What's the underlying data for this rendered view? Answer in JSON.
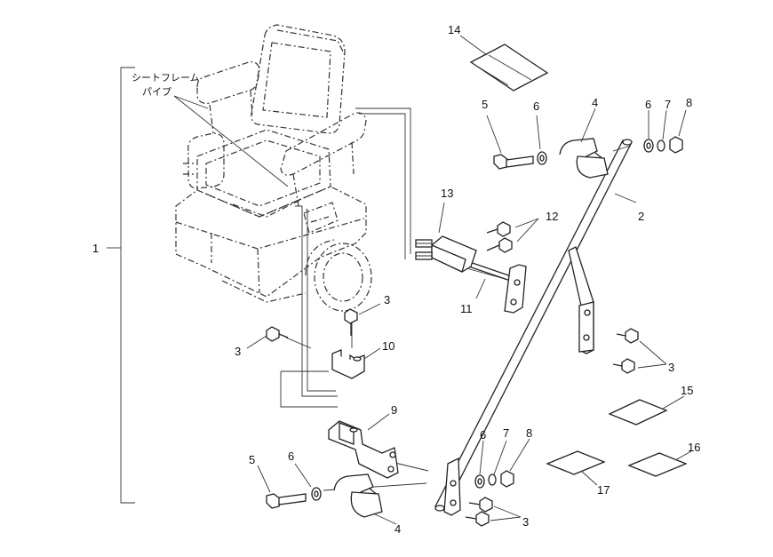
{
  "callout": {
    "seat_frame_pipe_line1": "シートフレーム",
    "seat_frame_pipe_line2": "パイプ"
  },
  "labels": {
    "p1": "1",
    "p2": "2",
    "p3": "3",
    "p4": "4",
    "p5": "5",
    "p6": "6",
    "p7": "7",
    "p8": "8",
    "p9": "9",
    "p10": "10",
    "p11": "11",
    "p12": "12",
    "p13": "13",
    "p14": "14",
    "p15": "15",
    "p16": "16",
    "p17": "17"
  }
}
